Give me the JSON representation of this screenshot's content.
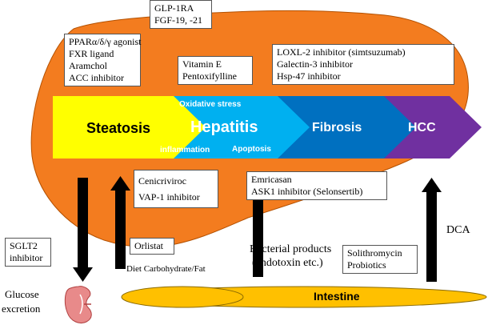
{
  "colors": {
    "liver": "#f37c1f",
    "steatosis": "#ffff00",
    "hepatitis": "#00b0f0",
    "fibrosis": "#0070c0",
    "hcc": "#7030a0",
    "intestine": "#ffc000"
  },
  "stages": {
    "steatosis": "Steatosis",
    "hepatitis": "Hepatitis",
    "fibrosis": "Fibrosis",
    "hcc": "HCC",
    "oxidative_stress": "Oxidative stress",
    "inflammation": "inflammation",
    "apoptosis": "Apoptosis"
  },
  "boxes": {
    "glp": [
      "GLP-1RA",
      "FGF-19, -21"
    ],
    "ppar": [
      "PPARα/δ/γ agonist",
      "FXR ligand",
      "Aramchol",
      "ACC inhibitor"
    ],
    "vitamin": [
      "Vitamin E",
      "Pentoxifylline"
    ],
    "loxl": [
      "LOXL-2 inhibitor (simtsuzumab)",
      "Galectin-3 inhibitor",
      "Hsp-47 inhibitor"
    ],
    "cenicriviroc": [
      "Cenicriviroc",
      "VAP-1 inhibitor"
    ],
    "emricasan": [
      "Emricasan",
      "ASK1 inhibitor (Selonsertib)"
    ],
    "sglt2": [
      "SGLT2",
      "inhibitor"
    ],
    "orlistat": [
      "Orlistat"
    ],
    "solithromycin": [
      "Solithromycin",
      "Probiotics"
    ]
  },
  "labels": {
    "diet": "Diet Carbohydrate/Fat",
    "bacterial_1": "Bacterial products",
    "bacterial_2": "(endotoxin etc.)",
    "dca": "DCA",
    "glucose_1": "Glucose",
    "glucose_2": "excretion",
    "intestine": "Intestine"
  }
}
